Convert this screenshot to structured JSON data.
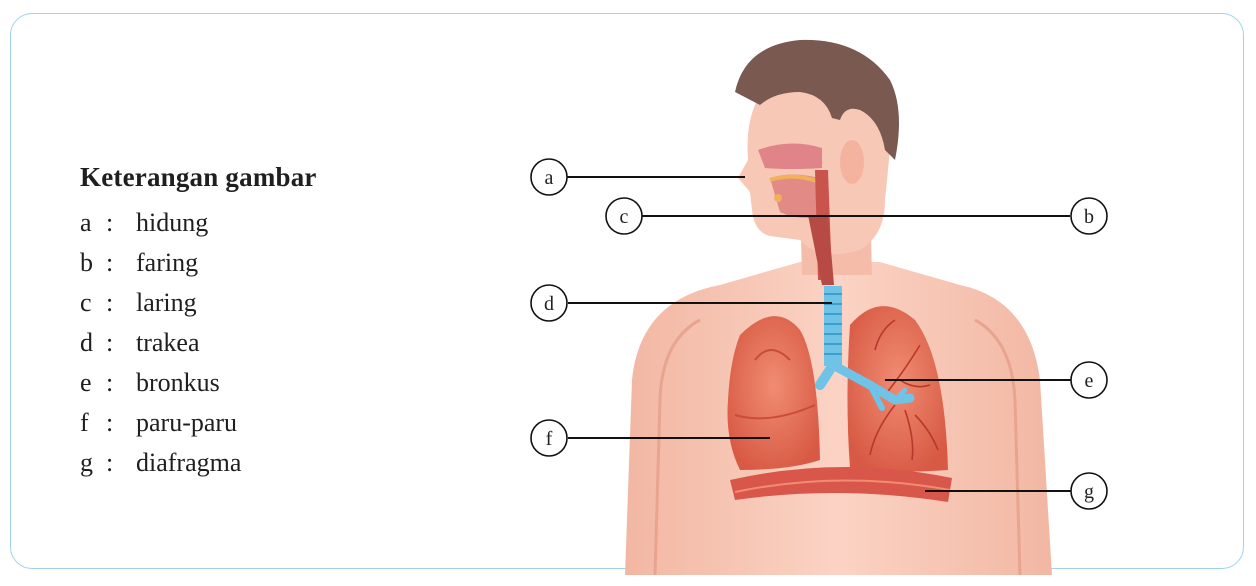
{
  "legend": {
    "title": "Keterangan gambar",
    "items": [
      {
        "key": "a",
        "sep": ":",
        "value": "hidung"
      },
      {
        "key": "b",
        "sep": ":",
        "value": "faring"
      },
      {
        "key": "c",
        "sep": ":",
        "value": "laring"
      },
      {
        "key": "d",
        "sep": ":",
        "value": "trakea"
      },
      {
        "key": "e",
        "sep": ":",
        "value": "bronkus"
      },
      {
        "key": "f",
        "sep": ":",
        "value": "paru-paru"
      },
      {
        "key": "g",
        "sep": ":",
        "value": "diafragma"
      }
    ]
  },
  "labels": {
    "a": "a",
    "b": "b",
    "c": "c",
    "d": "d",
    "e": "e",
    "f": "f",
    "g": "g"
  },
  "colors": {
    "skin": "#f7c6b5",
    "hair": "#7a5a50",
    "lung": "#e8725a",
    "trachea": "#6fc3e6",
    "diaphragm": "#d9564a",
    "frame": "#9fd3ea"
  }
}
